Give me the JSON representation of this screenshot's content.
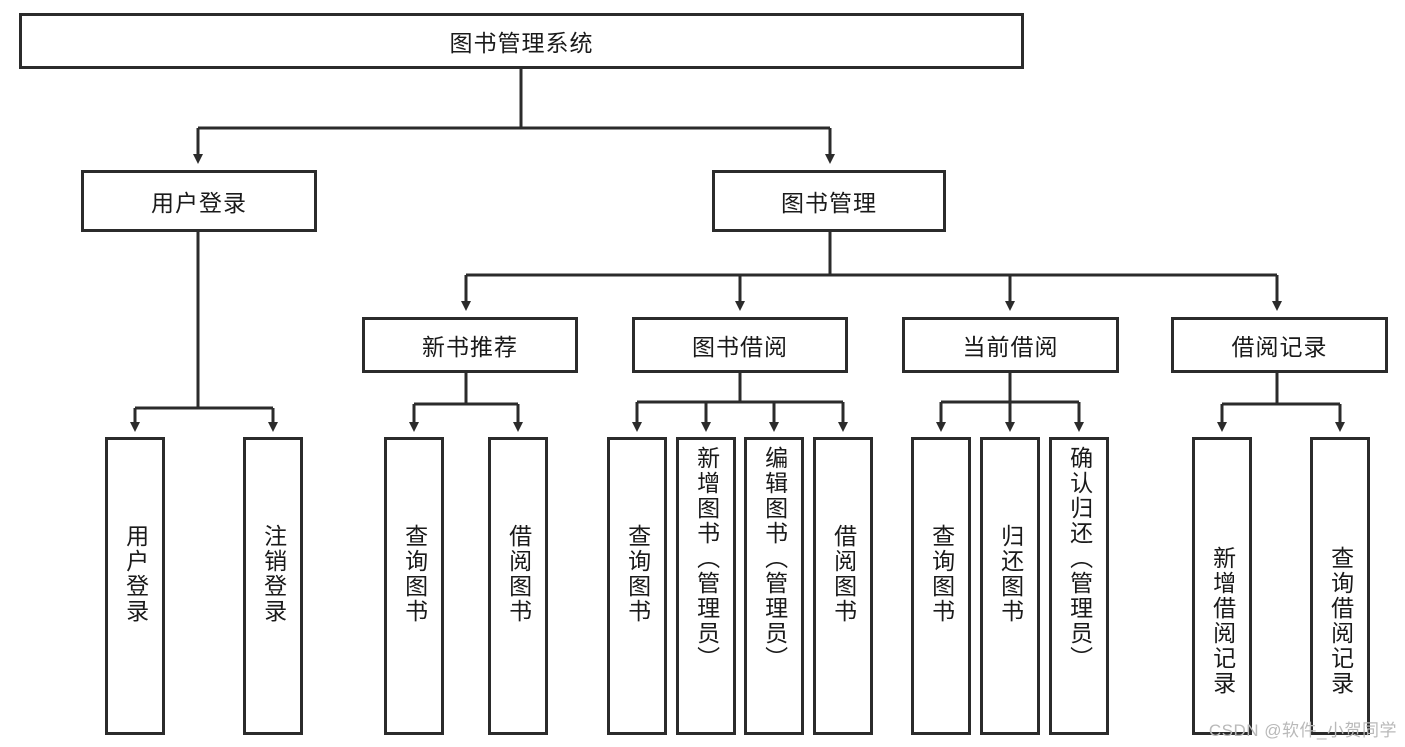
{
  "diagram": {
    "title": "图书管理系统",
    "root": {
      "label": "图书管理系统"
    },
    "level2": [
      {
        "label": "用户登录"
      },
      {
        "label": "图书管理"
      }
    ],
    "level3": [
      {
        "label": "新书推荐"
      },
      {
        "label": "图书借阅"
      },
      {
        "label": "当前借阅"
      },
      {
        "label": "借阅记录"
      }
    ],
    "leaves": [
      {
        "label": "用户登录"
      },
      {
        "label": "注销登录"
      },
      {
        "label": "查询图书"
      },
      {
        "label": "借阅图书"
      },
      {
        "label": "查询图书"
      },
      {
        "label": "新增图书（管理员）"
      },
      {
        "label": "编辑图书（管理员）"
      },
      {
        "label": "借阅图书"
      },
      {
        "label": "查询图书"
      },
      {
        "label": "归还图书"
      },
      {
        "label": "确认归还（管理员）"
      },
      {
        "label": "新增借阅记录"
      },
      {
        "label": "查询借阅记录"
      }
    ]
  },
  "watermark": {
    "text": "CSDN @软件_小贺同学"
  },
  "colors": {
    "stroke": "#2b2b2b",
    "background": "#ffffff",
    "text": "#1a1a1a",
    "watermark": "#b9b9b9"
  }
}
